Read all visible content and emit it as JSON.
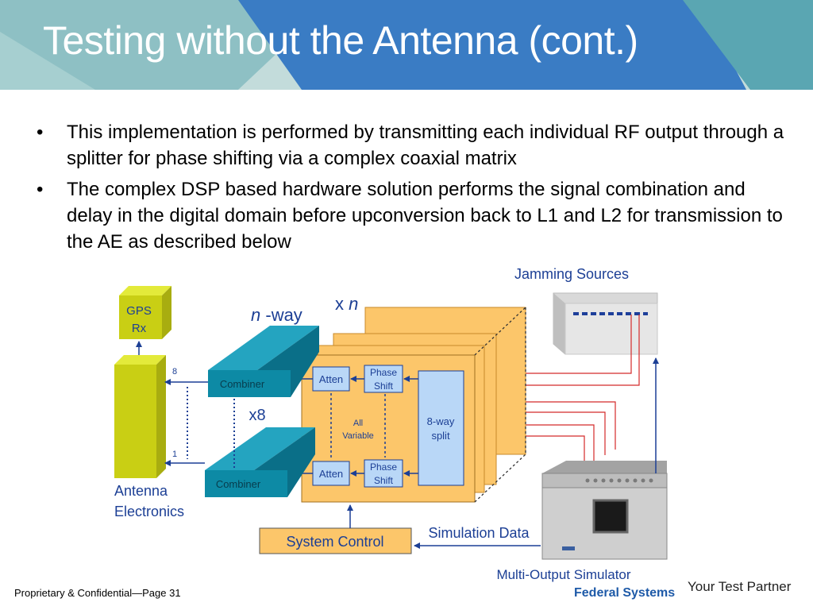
{
  "slide": {
    "title": "Testing without the Antenna (cont.)",
    "bullets": [
      "This implementation is performed by transmitting each individual RF output through a splitter for phase shifting via a complex coaxial matrix",
      "The complex DSP based hardware solution performs the signal combination and delay in the digital domain before upconversion back to L1 and L2 for transmission to the AE as described below"
    ],
    "footer": "Proprietary & Confidential—Page 31",
    "brand_division": "Federal Systems",
    "brand_tagline": "Your Test Partner"
  },
  "diagram": {
    "jamming_sources": "Jamming Sources",
    "gps_rx_line1": "GPS",
    "gps_rx_line2": "Rx",
    "n_italic": "n",
    "n_way": " -way",
    "x_prefix": "x ",
    "x_n": "n",
    "x8": "x8",
    "pin_top": "8",
    "pin_bottom": "1",
    "combiner_top": "Combiner",
    "combiner_bottom": "Combiner",
    "atten_top": "Atten",
    "atten_bottom": "Atten",
    "phase_shift_top": [
      "Phase",
      "Shift"
    ],
    "phase_shift_bottom": [
      "Phase",
      "Shift"
    ],
    "all_variable": [
      "All",
      "Variable"
    ],
    "splitter": [
      "8-way",
      "split"
    ],
    "antenna_electronics": [
      "Antenna",
      "Electronics"
    ],
    "system_control": "System Control",
    "simulation_data": "Simulation Data",
    "multi_output_simulator": "Multi-Output Simulator"
  },
  "colors": {
    "header_teal": "#5aa6b2",
    "header_blue": "#3a7cc4",
    "panel_orange": "#fcc66a",
    "panel_border": "#c98a2a",
    "box_blue": "#b9d7f7",
    "combiner_teal": "#0d8aa5",
    "ae_yellow": "#c9cf14",
    "label_blue": "#1c3f95",
    "rf_red": "#d42a2a"
  }
}
